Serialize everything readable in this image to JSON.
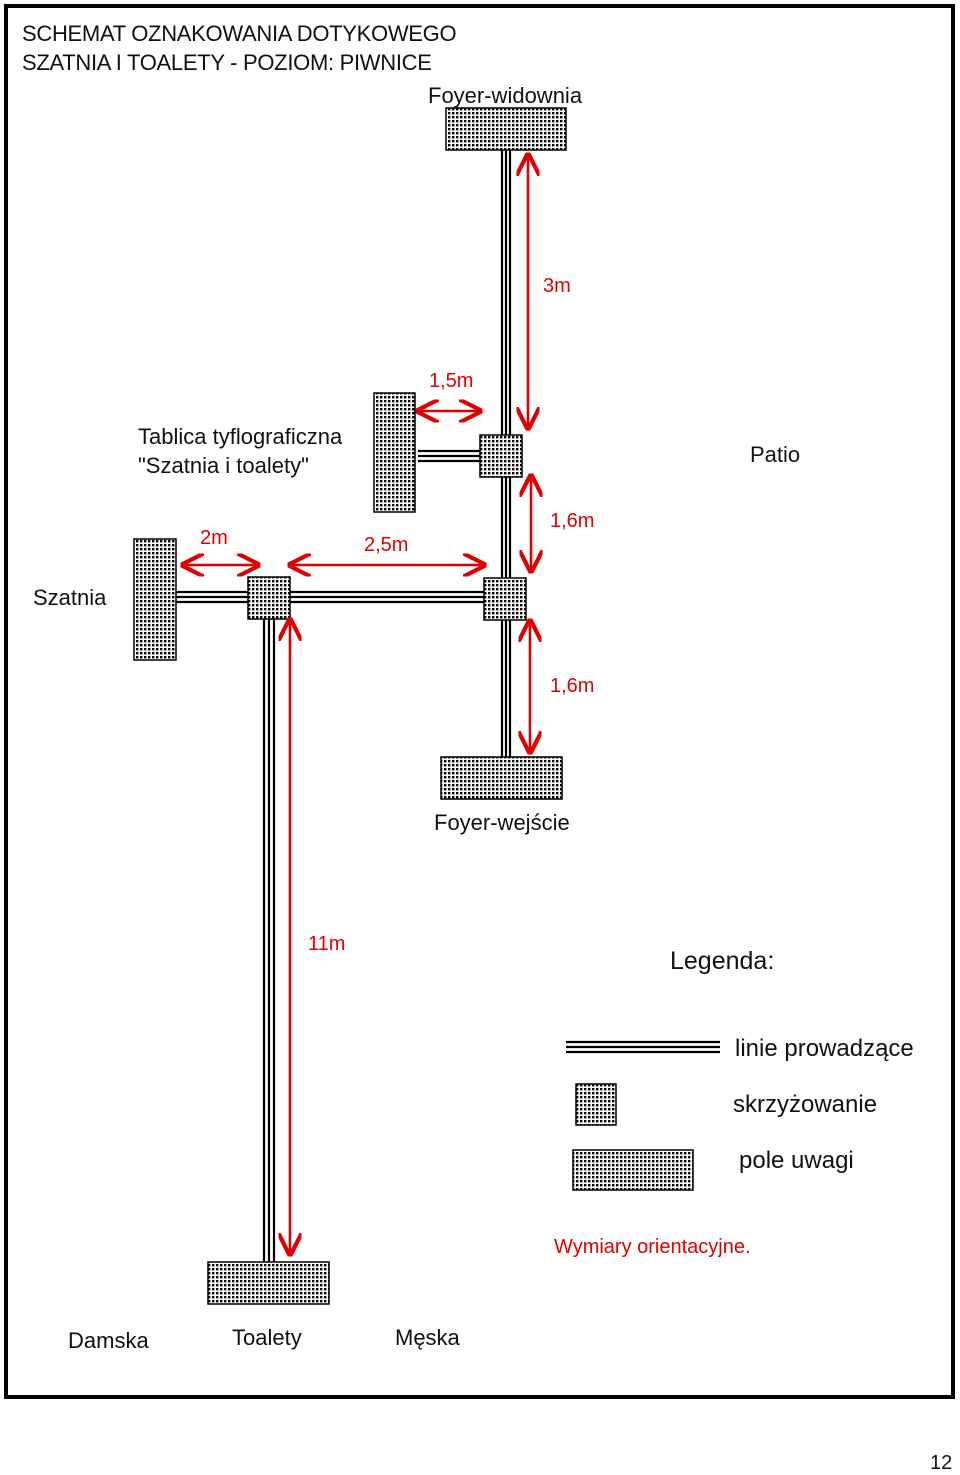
{
  "title": {
    "line1": "SCHEMAT OZNAKOWANIA DOTYKOWEGO",
    "line2": "SZATNIA I TOALETY - POZIOM: PIWNICE"
  },
  "places": {
    "foyer_widownia": "Foyer-widownia",
    "foyer_wejscie": "Foyer-wejście",
    "tablica_line1": "Tablica tyflograficzna",
    "tablica_line2": "\"Szatnia i toalety\"",
    "patio": "Patio",
    "szatnia": "Szatnia",
    "damska": "Damska",
    "toalety": "Toalety",
    "meska": "Męska"
  },
  "dimensions": {
    "d_3m": "3m",
    "d_1_5m": "1,5m",
    "d_1_6m_upper": "1,6m",
    "d_2m": "2m",
    "d_2_5m": "2,5m",
    "d_1_6m_lower": "1,6m",
    "d_11m": "11m"
  },
  "legend": {
    "heading": "Legenda:",
    "lines": "linie prowadzące",
    "crossing": "skrzyżowanie",
    "attention": "pole uwagi",
    "note": "Wymiary orientacyjne."
  },
  "colors": {
    "dimension_arrow": "#e00000",
    "lines": "#000000"
  },
  "page_number": "12"
}
